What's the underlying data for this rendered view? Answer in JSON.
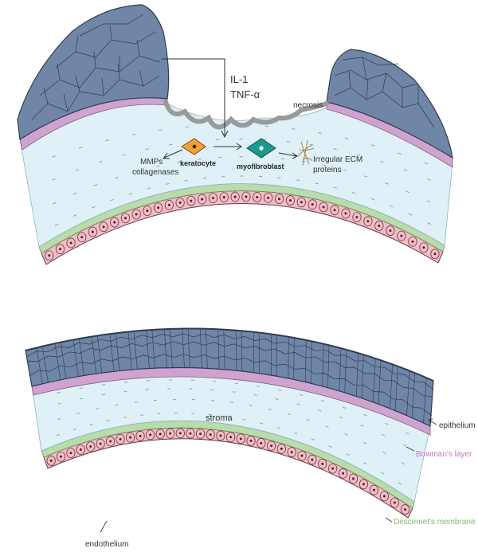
{
  "colors": {
    "epithelium": "#6f86a6",
    "epithelium_edge": "#2f3b52",
    "bowman": "#cfa3cf",
    "stroma": "#dff0f6",
    "stroma_dash": "#7fa9c4",
    "descemet": "#b8dcaa",
    "endothelium": "#f1bdc6",
    "nucleus": "#5a1e2a",
    "necrosis": "#9a9a9a",
    "keratocyte": "#f1a33a",
    "myofibroblast": "#1c9a8f",
    "ecm": "#b08a55",
    "bowman_label": "#c07ac0",
    "descemet_label": "#7dbb6b"
  },
  "top_diagram": {
    "cytokine_1": "IL-1",
    "cytokine_2": "TNF-α",
    "necrosis": "necrosis",
    "mmps_line1": "MMPs",
    "mmps_line2": "collagenases",
    "keratocyte": "keratocyte",
    "myofibroblast": "myofibroblast",
    "ecm_line1": "Irregular ECM",
    "ecm_line2": "proteins"
  },
  "bottom_diagram": {
    "stroma": "stroma",
    "epithelium": "epithelium",
    "bowman": "Bowman's layer",
    "descemet": "Descemet's membrane",
    "endothelium": "endothelium"
  }
}
